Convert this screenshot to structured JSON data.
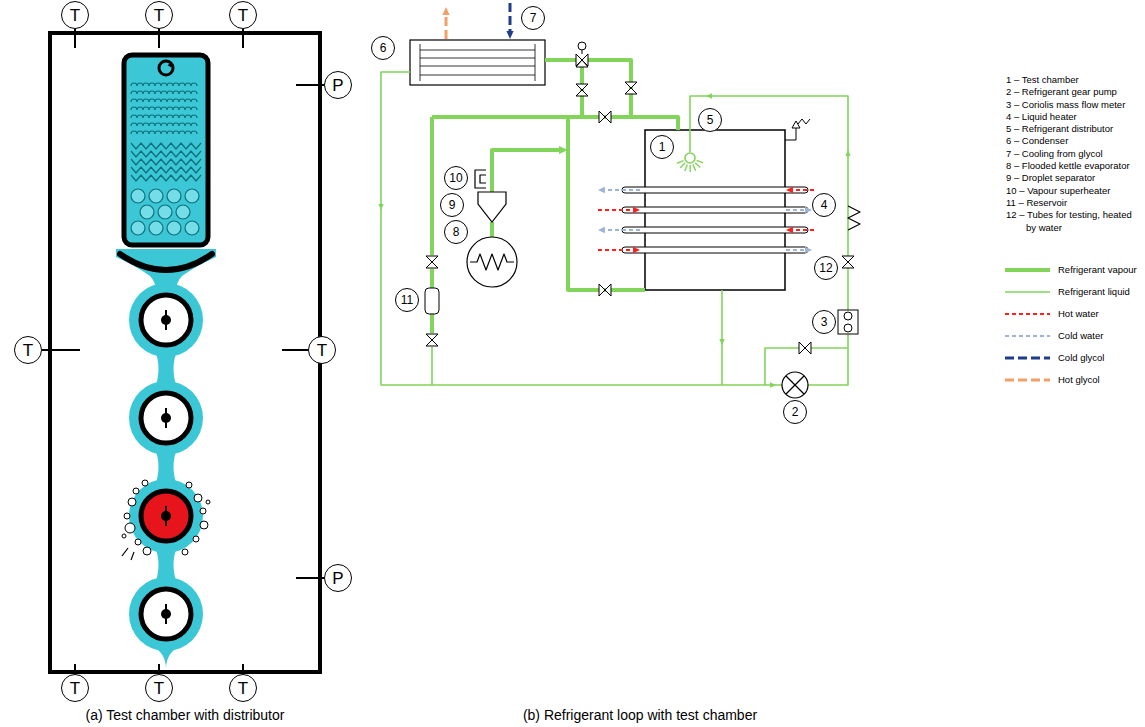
{
  "diagram": {
    "nodes": [
      {
        "text": [
          "T"
        ]
      },
      {
        "text": [
          "T"
        ]
      },
      {
        "text": [
          "T"
        ]
      },
      {
        "text": [
          "P"
        ]
      },
      {
        "text": [
          "T"
        ]
      },
      {
        "text": [
          "T"
        ]
      },
      {
        "text": [
          "P"
        ]
      },
      {
        "text": [
          "T"
        ]
      },
      {
        "text": [
          "T"
        ]
      },
      {
        "text": [
          "T"
        ]
      },
      {
        "text": [
          "7"
        ]
      },
      {
        "text": [
          "6"
        ]
      },
      {
        "text": [
          "5"
        ]
      },
      {
        "text": [
          "1"
        ]
      },
      {
        "text": [
          "10"
        ]
      },
      {
        "text": [
          "9"
        ]
      },
      {
        "text": [
          "4"
        ]
      },
      {
        "text": [
          "8"
        ]
      },
      {
        "text": [
          "12"
        ]
      },
      {
        "text": [
          "11"
        ]
      },
      {
        "text": [
          "3"
        ]
      },
      {
        "text": [
          "2"
        ]
      }
    ],
    "labels": [
      "(a) Test chamber with distributor",
      "(b) Refrigerant loop with test chamber",
      "1 – Test chamber",
      "2 – Refrigerant gear pump",
      "3 – Coriolis mass flow meter",
      "4 – Liquid heater",
      "5 – Refrigerant distributor",
      "6 – Condenser",
      "7 – Cooling from glycol",
      "8 – Flooded kettle evaporator",
      "9 – Droplet separator",
      "10 – Vapour superheater",
      "11 – Reservoir",
      "12 – Tubes for testing, heated by water"
    ],
    "legend": [
      {
        "text": "Refrigerant vapour"
      },
      {
        "text": "Refrigerant liquid"
      },
      {
        "text": "Hot water"
      },
      {
        "text": "Cold water"
      },
      {
        "text": "Cold glycol"
      },
      {
        "text": "Hot glycol"
      }
    ]
  }
}
